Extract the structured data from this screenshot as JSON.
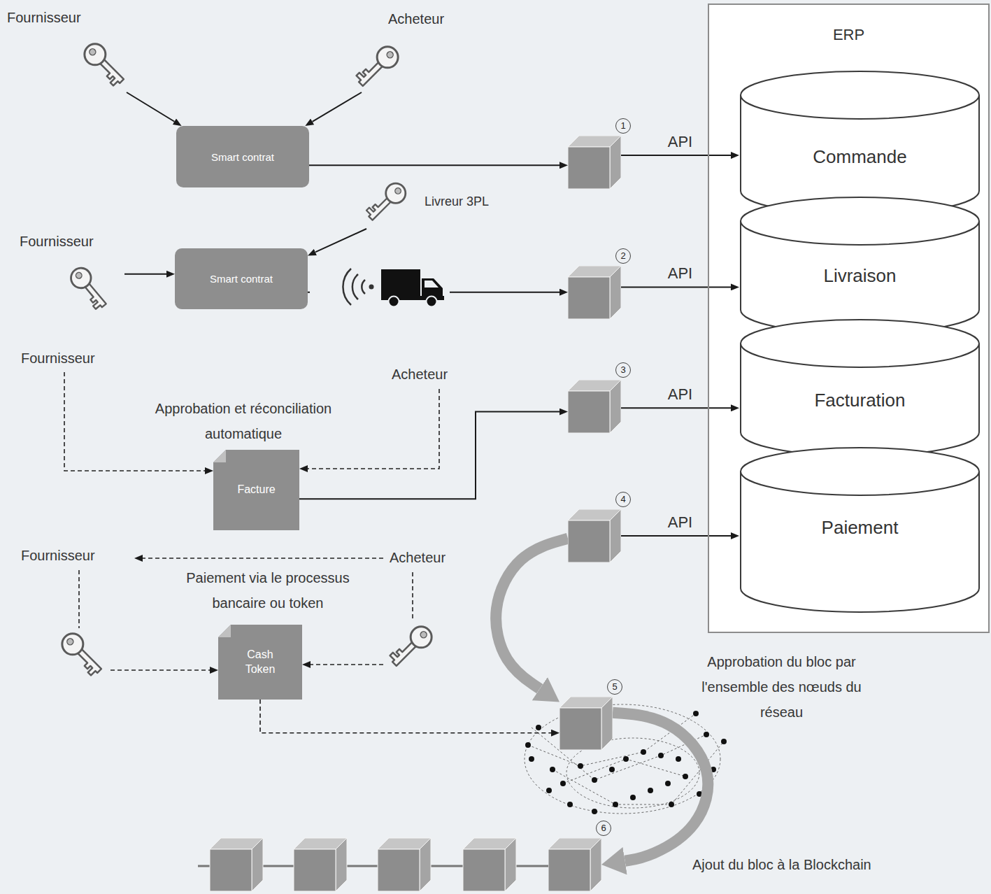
{
  "diagram": {
    "nodes": [
      {
        "text": [
          "Fournisseur"
        ]
      },
      {
        "text": [
          "Acheteur"
        ]
      },
      {
        "text": [
          "Smart contrat"
        ]
      },
      {
        "text": [
          "1"
        ]
      },
      {
        "text": [
          "ERP"
        ]
      },
      {
        "text": [
          "Commande"
        ],
        "in": 4
      },
      {
        "text": [
          "Livraison"
        ],
        "in": 4
      },
      {
        "text": [
          "Facturation"
        ],
        "in": 4
      },
      {
        "text": [
          "Paiement"
        ],
        "in": 4
      },
      {
        "text": [
          "Livreur 3PL"
        ]
      },
      {
        "text": [
          "Fournisseur"
        ]
      },
      {
        "text": [
          "Smart contrat"
        ]
      },
      {
        "text": [
          "2"
        ]
      },
      {
        "text": [
          "Facture"
        ]
      },
      {
        "text": [
          "3"
        ]
      },
      {
        "text": [
          "4"
        ]
      },
      {
        "text": [
          "Cash Token"
        ]
      },
      {
        "text": [
          "5"
        ]
      },
      {
        "text": [
          "6"
        ]
      }
    ],
    "edges": [
      {
        "from": 0,
        "to": 2,
        "arrow": "to"
      },
      {
        "from": 1,
        "to": 2,
        "arrow": "to"
      },
      {
        "from": 2,
        "to": 3,
        "arrow": "to"
      },
      {
        "from": 3,
        "to": 5,
        "arrow": "to",
        "label": "API"
      },
      {
        "from": 9,
        "to": 11,
        "arrow": "to"
      },
      {
        "from": 10,
        "to": 11,
        "arrow": "to"
      },
      {
        "from": 11,
        "to": 12,
        "arrow": "to"
      },
      {
        "from": 12,
        "to": 6,
        "arrow": "to",
        "label": "API"
      },
      {
        "from": 13,
        "to": 14,
        "arrow": "to"
      },
      {
        "from": 14,
        "to": 7,
        "arrow": "to",
        "label": "API"
      },
      {
        "from": 15,
        "to": 8,
        "arrow": "to",
        "label": "API"
      },
      {
        "from": 15,
        "to": 17,
        "arrow": "to"
      },
      {
        "from": 16,
        "to": 17,
        "arrow": "to"
      },
      {
        "from": 17,
        "to": 18,
        "arrow": "to"
      }
    ],
    "labels": [
      "Fournisseur",
      "Acheteur",
      "Approbation et réconciliation automatique",
      "Fournisseur",
      "Acheteur",
      "Paiement via le processus bancaire ou token",
      "Approbation du bloc par l'ensemble des nœuds du réseau",
      "Ajout du bloc à la Blockchain"
    ]
  }
}
